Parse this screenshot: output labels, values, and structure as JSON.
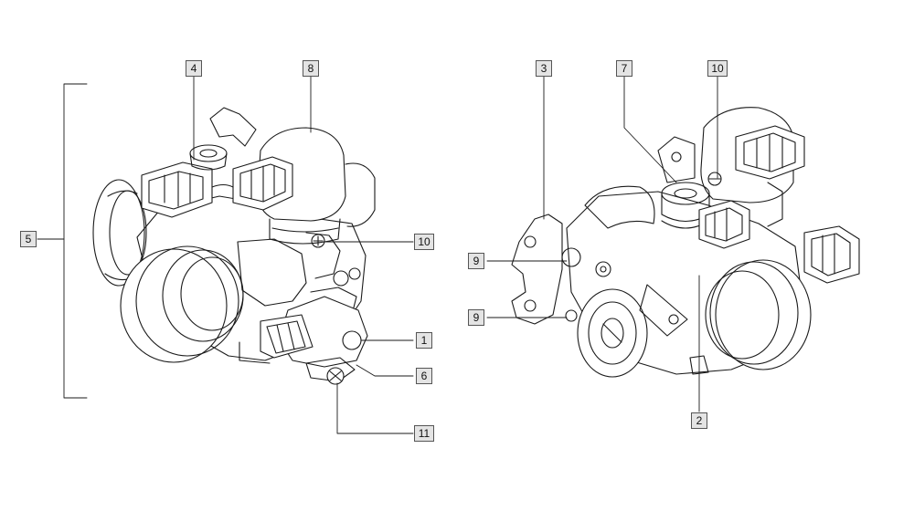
{
  "diagram": {
    "callouts": {
      "c4": "4",
      "c8": "8",
      "c5": "5",
      "c10_left": "10",
      "c1": "1",
      "c6": "6",
      "c11": "11",
      "c3": "3",
      "c7": "7",
      "c10_right": "10",
      "c9_upper": "9",
      "c9_lower": "9",
      "c2": "2"
    }
  }
}
